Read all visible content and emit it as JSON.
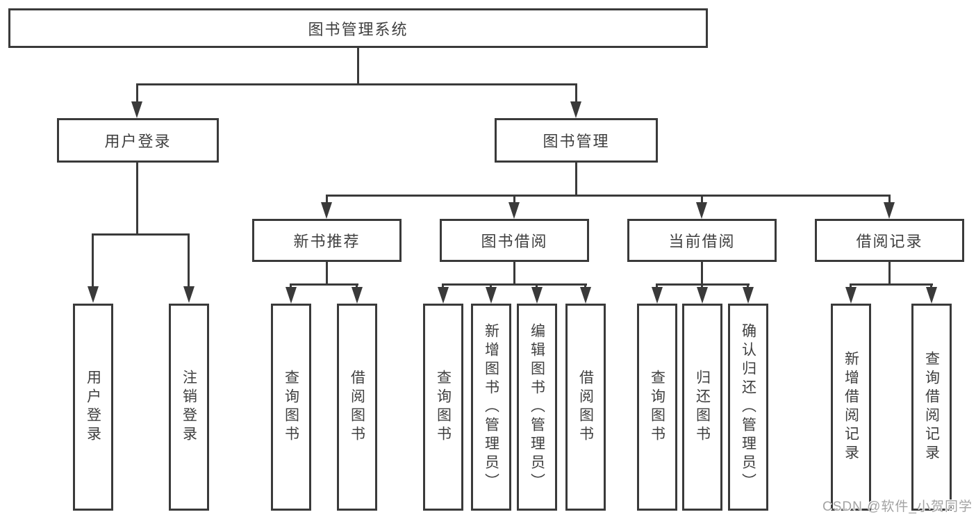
{
  "diagram": {
    "title": "图书管理系统",
    "root": {
      "label": "图书管理系统"
    },
    "level2": [
      {
        "id": "user-login",
        "label": "用户登录"
      },
      {
        "id": "book-management",
        "label": "图书管理"
      }
    ],
    "level3": [
      {
        "id": "new-book-recommend",
        "label": "新书推荐"
      },
      {
        "id": "book-borrow",
        "label": "图书借阅"
      },
      {
        "id": "current-borrow",
        "label": "当前借阅"
      },
      {
        "id": "borrow-record",
        "label": "借阅记录"
      }
    ],
    "leaves": {
      "user_login": [
        {
          "label": "用户登录"
        },
        {
          "label": "注销登录"
        }
      ],
      "new_book": [
        {
          "label": "查询图书"
        },
        {
          "label": "借阅图书"
        }
      ],
      "book_borrow": [
        {
          "label": "查询图书"
        },
        {
          "label": "新增图书（管理员）"
        },
        {
          "label": "编辑图书（管理员）"
        },
        {
          "label": "借阅图书"
        }
      ],
      "current_borrow": [
        {
          "label": "查询图书"
        },
        {
          "label": "归还图书"
        },
        {
          "label": "确认归还（管理员）"
        }
      ],
      "borrow_record": [
        {
          "label": "新增借阅记录"
        },
        {
          "label": "查询借阅记录"
        }
      ]
    }
  },
  "watermark": {
    "text": "CSDN @软件_小贺同学"
  },
  "colors": {
    "line": "#3a3a3a",
    "text": "#3f3f3f",
    "watermark": "#a3a3a3",
    "background": "#ffffff"
  }
}
